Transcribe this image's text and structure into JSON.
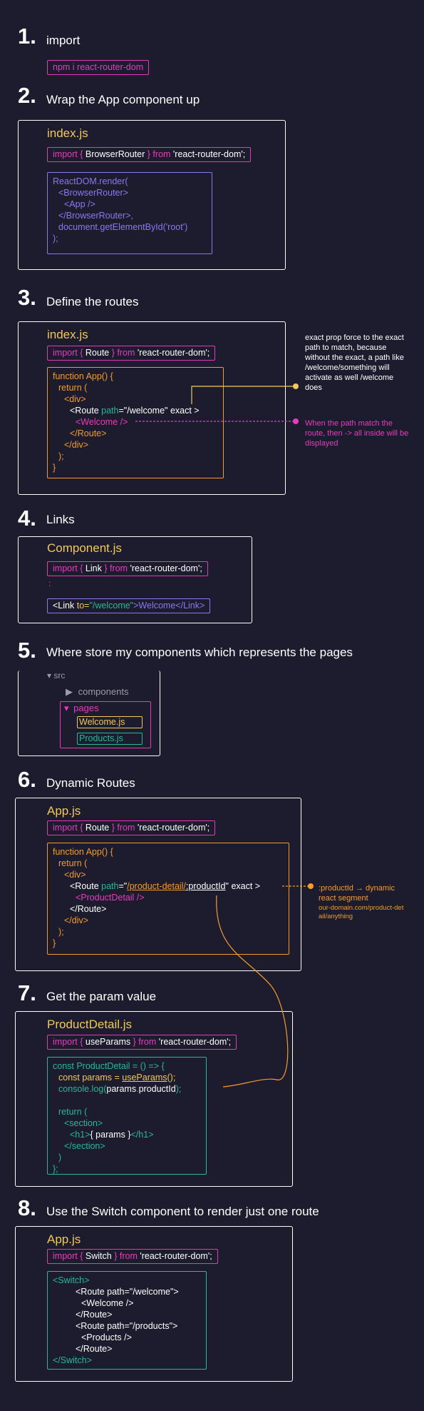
{
  "sections": [
    {
      "num": "1.",
      "title": "import"
    },
    {
      "num": "2.",
      "title": "Wrap the App component up"
    },
    {
      "num": "3.",
      "title": "Define the routes"
    },
    {
      "num": "4.",
      "title": "Links"
    },
    {
      "num": "5.",
      "title": "Where store my components which represents the pages"
    },
    {
      "num": "6.",
      "title": "Dynamic Routes"
    },
    {
      "num": "7.",
      "title": "Get the param value"
    },
    {
      "num": "8.",
      "title": "Use the Switch component to render just one route"
    }
  ],
  "s1": {
    "command": "npm i react-router-dom"
  },
  "s2": {
    "file": "index.js",
    "import": {
      "kw": "import",
      "ob": "{",
      "name": "BrowserRouter",
      "cb": "}",
      "from": "from",
      "module": "'react-router-dom';"
    },
    "code": {
      "l1": "ReactDOM.render(",
      "l2": "<BrowserRouter>",
      "l3": "<App />",
      "l4": "</BrowserRouter>,",
      "l5": "document.getElementById('root')",
      "l6": ");"
    }
  },
  "s3": {
    "file": "index.js",
    "import": {
      "kw": "import",
      "ob": "{",
      "name": "Route",
      "cb": "}",
      "from": "from",
      "module": "'react-router-dom';"
    },
    "code": {
      "l1": "function App() {",
      "l2": "return (",
      "l3": "<div>",
      "route_open": "<Route",
      "route_attr": "path",
      "route_eq": "=\"",
      "route_path": "/welcome",
      "route_q": "\"",
      "route_exact": "exact >",
      "l5": "<Welcome />",
      "l6": "</Route>",
      "l7": "</div>",
      "l8": ");",
      "l9": "}"
    },
    "note_exact": "exact prop force to the exact path to match, because without the exact, a path like /welcome/something will activate as well /welcome does",
    "note_match": "When the path match the route, then -> all inside will be displayed"
  },
  "s4": {
    "file": "Component.js",
    "import": {
      "kw": "import",
      "ob": "{",
      "name": "Link",
      "cb": "}",
      "from": "from",
      "module": "'react-router-dom';"
    },
    "dots": ":",
    "link": {
      "open": "<Link",
      "attr": "to=",
      "value": "\"/welcome\"",
      "text": ">Welcome</Link>"
    }
  },
  "s5": {
    "src": "src",
    "components": "components",
    "pages": "pages",
    "files": [
      "Welcome.js",
      "Products.js"
    ]
  },
  "s6": {
    "file": "App.js",
    "import": {
      "kw": "import",
      "ob": "{",
      "name": "Route",
      "cb": "}",
      "from": "from",
      "module": "'react-router-dom';"
    },
    "code": {
      "l1": "function App() {",
      "l2": "return (",
      "l3": "<div>",
      "route_open": "<Route",
      "route_attr": "path",
      "route_eq": "=\"",
      "route_path": "/product-detail/",
      "route_param": ":productId",
      "route_q": "\"",
      "route_exact": "exact >",
      "l5": "<ProductDetail />",
      "l6": "</Route>",
      "l7": "</div>",
      "l8": ");",
      "l9": "}"
    },
    "note_title": ":productId → dynamic react segment",
    "note_url": "our-domain.com/product-detail/anything"
  },
  "s7": {
    "file": "ProductDetail.js",
    "import": {
      "kw": "import",
      "ob": "{",
      "name": "useParams",
      "cb": "}",
      "from": "from",
      "module": "'react-router-dom';"
    },
    "code": {
      "l1": "const ProductDetail = () => {",
      "l2a": "const params = ",
      "l2b": "useParams",
      "l2c": "();",
      "l3a": "console.log(",
      "l3b": "params",
      "l3c": ".",
      "l3d": "productId",
      "l3e": ");",
      "l4": "return (",
      "l5": "<section>",
      "l6a": "<h1>",
      "l6b": "{ params }",
      "l6c": "</h1>",
      "l7": "</section>",
      "l8": ")",
      "l9": "};"
    }
  },
  "s8": {
    "file": "App.js",
    "import": {
      "kw": "import",
      "ob": "{",
      "name": "Switch",
      "cb": "}",
      "from": "from",
      "module": "'react-router-dom';"
    },
    "code": {
      "l1": "<Switch>",
      "l2": "<Route path=\"/welcome\">",
      "l3": "<Welcome />",
      "l4": "</Route>",
      "l5": "<Route path=\"/products\">",
      "l6": "<Products />",
      "l7": "</Route>",
      "l8": "</Switch>"
    }
  },
  "colors": {
    "background": "#1c1c2e",
    "pink": "#e93bbd",
    "orange": "#f59b2a",
    "purple": "#8a78f0",
    "green": "#27b89a",
    "yellow": "#f2c85a"
  }
}
